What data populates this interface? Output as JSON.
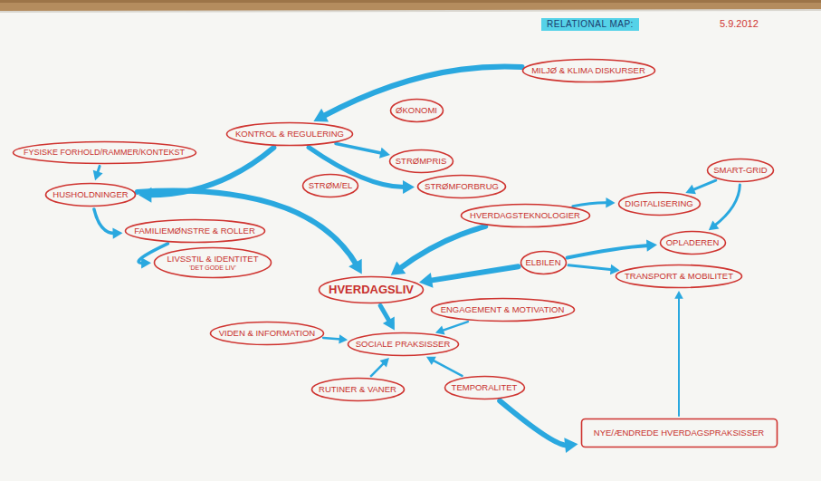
{
  "diagram": {
    "title": "RELATIONAL MAP:",
    "nodes": [
      {
        "text": [
          "MILJØ & KLIMA DISKURSER"
        ]
      },
      {
        "text": [
          "ØKONOMI"
        ]
      },
      {
        "text": [
          "KONTROL & REGULERING"
        ]
      },
      {
        "text": [
          "FYSISKE FORHOLD/RAMMER/KONTEKST"
        ]
      },
      {
        "text": [
          "STRØMPRIS"
        ]
      },
      {
        "text": [
          "SMART-GRID"
        ]
      },
      {
        "text": [
          "STRØM/EL"
        ]
      },
      {
        "text": [
          "STRØMFORBRUG"
        ]
      },
      {
        "text": [
          "HUSHOLDNINGER"
        ]
      },
      {
        "text": [
          "DIGITALISERING"
        ]
      },
      {
        "text": [
          "HVERDAGSTEKNOLOGIER"
        ]
      },
      {
        "text": [
          "FAMILIEMØNSTRE & ROLLER"
        ]
      },
      {
        "text": [
          "OPLADEREN"
        ]
      },
      {
        "text": [
          "LIVSSTIL & IDENTITET",
          "'DET GODE LIV'"
        ]
      },
      {
        "text": [
          "ELBILEN"
        ]
      },
      {
        "text": [
          "TRANSPORT & MOBILITET"
        ]
      },
      {
        "text": [
          "HVERDAGSLIV"
        ]
      },
      {
        "text": [
          "ENGAGEMENT & MOTIVATION"
        ]
      },
      {
        "text": [
          "VIDEN & INFORMATION"
        ]
      },
      {
        "text": [
          "SOCIALE PRAKSISSER"
        ]
      },
      {
        "text": [
          "RUTINER & VANER"
        ]
      },
      {
        "text": [
          "TEMPORALITET"
        ]
      },
      {
        "text": [
          "NYE/ÆNDREDE HVERDAGSPRAKSISSER"
        ]
      }
    ],
    "edges": [
      {
        "from": 0,
        "to": 2,
        "arrow": "to"
      },
      {
        "from": 2,
        "to": 8,
        "arrow": "to"
      },
      {
        "from": 2,
        "to": 4,
        "arrow": "to"
      },
      {
        "from": 2,
        "to": 7,
        "arrow": "to"
      },
      {
        "from": 3,
        "to": 8,
        "arrow": "to"
      },
      {
        "from": 8,
        "to": 11,
        "arrow": "to"
      },
      {
        "from": 11,
        "to": 13,
        "arrow": "to"
      },
      {
        "from": 8,
        "to": 16,
        "arrow": "to"
      },
      {
        "from": 10,
        "to": 16,
        "arrow": "to"
      },
      {
        "from": 10,
        "to": 9,
        "arrow": "to"
      },
      {
        "from": 5,
        "to": 9,
        "arrow": "to"
      },
      {
        "from": 5,
        "to": 12,
        "arrow": "to"
      },
      {
        "from": 14,
        "to": 16,
        "arrow": "to"
      },
      {
        "from": 14,
        "to": 12,
        "arrow": "to"
      },
      {
        "from": 14,
        "to": 15,
        "arrow": "to"
      },
      {
        "from": 16,
        "to": 19,
        "arrow": "to"
      },
      {
        "from": 17,
        "to": 19,
        "arrow": "to"
      },
      {
        "from": 18,
        "to": 19,
        "arrow": "to"
      },
      {
        "from": 20,
        "to": 19,
        "arrow": "to"
      },
      {
        "from": 21,
        "to": 19,
        "arrow": "to"
      },
      {
        "from": 21,
        "to": 22,
        "arrow": "to"
      },
      {
        "from": 22,
        "to": 15,
        "arrow": "to"
      }
    ],
    "labels": [
      "5.9.2012"
    ]
  }
}
